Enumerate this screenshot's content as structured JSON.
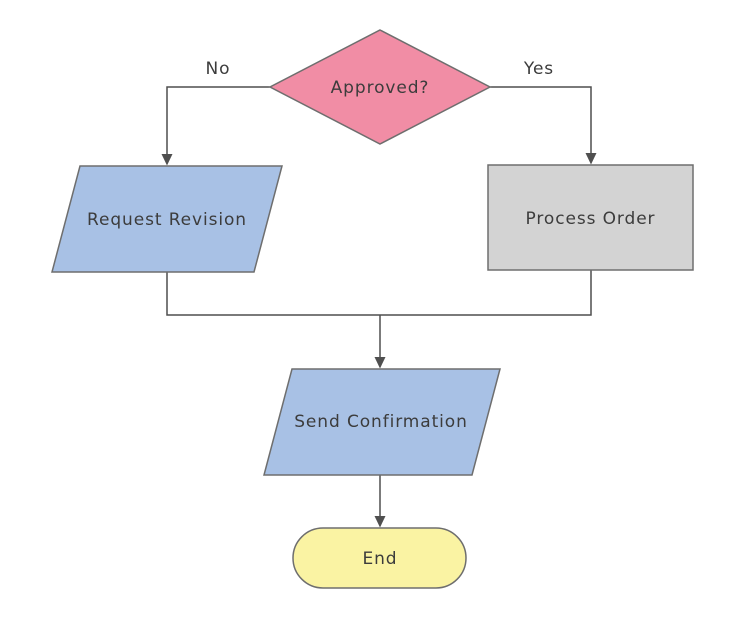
{
  "diagram": {
    "background": "#ffffff",
    "connector_color": "#4f4f4f",
    "border_color": "#6e6e6e",
    "text_color": "#3c3c3c",
    "nodes": {
      "approved": {
        "label": "Approved?",
        "type": "decision",
        "shape": "diamond",
        "fill": "#f18da5"
      },
      "request_revision": {
        "label": "Request Revision",
        "type": "input-output",
        "shape": "parallelogram",
        "fill": "#a8c1e5"
      },
      "process_order": {
        "label": "Process Order",
        "type": "process",
        "shape": "rectangle",
        "fill": "#d3d3d3"
      },
      "send_confirmation": {
        "label": "Send Confirmation",
        "type": "input-output",
        "shape": "parallelogram",
        "fill": "#a8c1e5"
      },
      "end": {
        "label": "End",
        "type": "terminator",
        "shape": "stadium",
        "fill": "#faf3a3"
      }
    },
    "edges": {
      "no": {
        "label": "No",
        "from": "approved",
        "to": "request_revision"
      },
      "yes": {
        "label": "Yes",
        "from": "approved",
        "to": "process_order"
      },
      "merge_left": {
        "label": "",
        "from": "request_revision",
        "to": "send_confirmation"
      },
      "merge_right": {
        "label": "",
        "from": "process_order",
        "to": "send_confirmation"
      },
      "to_end": {
        "label": "",
        "from": "send_confirmation",
        "to": "end"
      }
    }
  }
}
